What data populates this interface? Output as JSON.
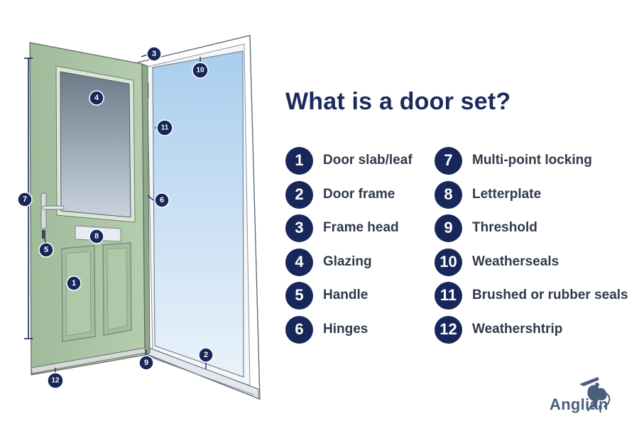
{
  "title": "What is a door set?",
  "legend": [
    {
      "number": "1",
      "label": "Door slab/leaf"
    },
    {
      "number": "2",
      "label": "Door frame"
    },
    {
      "number": "3",
      "label": "Frame head"
    },
    {
      "number": "4",
      "label": "Glazing"
    },
    {
      "number": "5",
      "label": "Handle"
    },
    {
      "number": "6",
      "label": "Hinges"
    },
    {
      "number": "7",
      "label": "Multi-point locking"
    },
    {
      "number": "8",
      "label": "Letterplate"
    },
    {
      "number": "9",
      "label": "Threshold"
    },
    {
      "number": "10",
      "label": "Weatherseals"
    },
    {
      "number": "11",
      "label": "Brushed or rubber seals"
    },
    {
      "number": "12",
      "label": "Weathershtrip"
    }
  ],
  "brand": "Anglian",
  "colors": {
    "navy": "#18275a",
    "title": "#1b2a5c",
    "door_green": "#a9c2a4",
    "glass_blue": "#c2dcf2",
    "label_text": "#2f3a4a"
  }
}
